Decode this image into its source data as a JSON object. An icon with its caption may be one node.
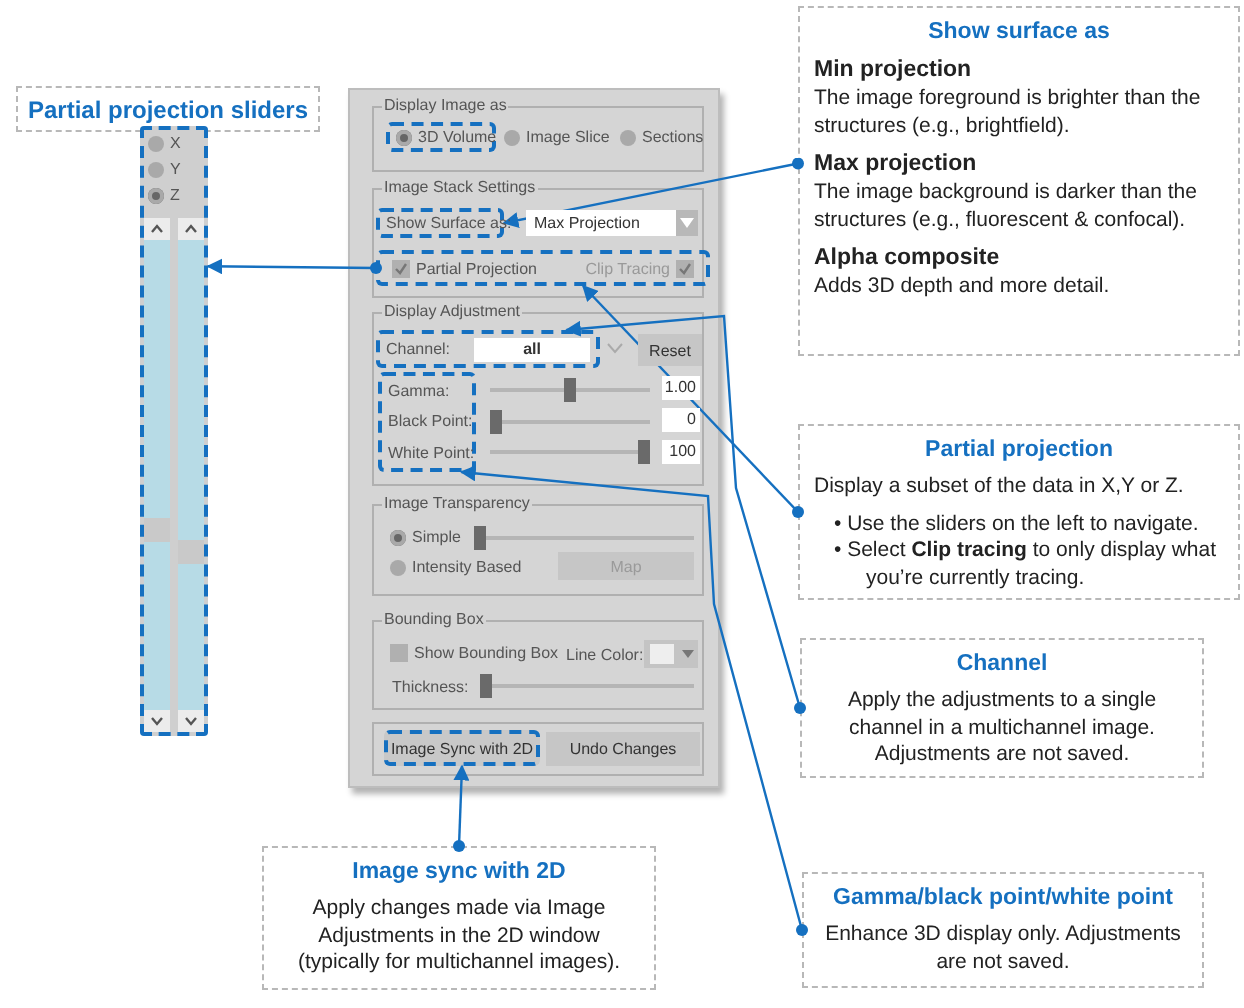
{
  "diagram": {
    "nodes": [
      {
        "text": [
          "Partial projection sliders"
        ]
      },
      {
        "text": [
          "X",
          "Y",
          "Z"
        ]
      },
      {
        "text": [],
        "shape": "box"
      },
      {
        "text": [
          "Display Image as"
        ],
        "in": 2
      },
      {
        "text": [
          "3D Volume"
        ],
        "in": 3
      },
      {
        "text": [
          "Image Stack Settings"
        ],
        "in": 2
      },
      {
        "text": [
          "Show Surface as:"
        ],
        "in": 5
      },
      {
        "text": [
          "Partial Projection",
          "Clip Tracing"
        ],
        "in": 5
      },
      {
        "text": [
          "Display Adjustment"
        ],
        "in": 2
      },
      {
        "text": [
          "Channel:",
          "all"
        ],
        "in": 8
      },
      {
        "text": [
          "Gamma:",
          "Black Point:",
          "White Point:"
        ],
        "in": 8
      },
      {
        "text": [
          "Image Transparency"
        ],
        "in": 2
      },
      {
        "text": [
          "Bounding Box"
        ],
        "in": 2
      },
      {
        "text": [],
        "shape": "box",
        "in": 2
      },
      {
        "text": [
          "Image Sync with 2D"
        ],
        "in": 13
      },
      {
        "text": [
          "Show surface as",
          "Min projection",
          "The image foreground is brighter than the structures (e.g., brightfield).",
          "Max projection",
          "The image background is darker than the structures (e.g., fluorescent & confocal).",
          "Alpha composite",
          "Adds 3D depth and more detail."
        ]
      },
      {
        "text": [
          "Partial projection",
          "Display a subset of the data in X,Y or Z.",
          "• Use the sliders on the left to navigate.",
          "• Select **Clip tracing** to only display what you’re currently tracing."
        ]
      },
      {
        "text": [
          "Channel",
          "Apply the adjustments to a single channel in a multichannel image. Adjustments are not saved."
        ]
      },
      {
        "text": [
          "Gamma/black point/white point",
          "Enhance 3D display only. Adjustments are not saved."
        ]
      },
      {
        "text": [
          "Image sync with 2D",
          "Apply changes made via Image Adjustments in the 2D window (typically for multichannel images)."
        ]
      }
    ],
    "edges": [
      {
        "from": 15,
        "to": 6,
        "arrow": "to"
      },
      {
        "from": 16,
        "to": 7,
        "arrow": "to"
      },
      {
        "from": 7,
        "to": 1,
        "arrow": "to"
      },
      {
        "from": 17,
        "to": 9,
        "arrow": "to"
      },
      {
        "from": 18,
        "to": 10,
        "arrow": "to"
      },
      {
        "from": 19,
        "to": 14,
        "arrow": "to"
      }
    ],
    "labels": [
      "Image Slice",
      "Sections",
      "Max Projection",
      "Reset",
      "1.00",
      "0",
      "100",
      "Simple",
      "Intensity Based",
      "Map",
      "Show Bounding Box",
      "Line Color:",
      "Thickness:",
      "Undo Changes"
    ]
  }
}
